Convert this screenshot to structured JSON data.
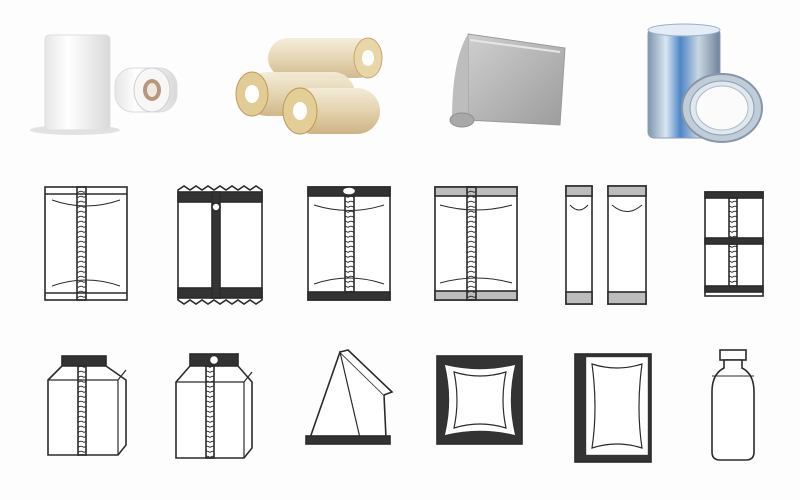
{
  "page": {
    "background": "#fdfdfd"
  },
  "materials": [
    {
      "name": "white-film-rolls-image",
      "color": "#f2f2f2"
    },
    {
      "name": "clear-film-rolls-image",
      "color": "#e9dcc0"
    },
    {
      "name": "grey-film-sheet-image",
      "color": "#b8b8b8"
    },
    {
      "name": "aluminium-foil-rolls-image",
      "color": "#9fb6cc"
    }
  ],
  "bag_styles": [
    {
      "name": "back-seal-pillow-bag-icon"
    },
    {
      "name": "three-side-seal-bag-icon"
    },
    {
      "name": "pillow-bag-with-hang-hole-icon"
    },
    {
      "name": "back-seal-bag-with-tear-notch-icon"
    },
    {
      "name": "stick-pack-pair-icon"
    },
    {
      "name": "continuous-linked-bags-icon"
    },
    {
      "name": "gusseted-bag-icon"
    },
    {
      "name": "gusseted-zipper-bag-icon"
    },
    {
      "name": "pyramid-triangle-bag-icon"
    },
    {
      "name": "four-side-seal-square-pouch-icon"
    },
    {
      "name": "flat-vacuum-pouch-icon"
    },
    {
      "name": "shaped-bottle-pouch-icon"
    }
  ],
  "line_color": "#2b2b2b",
  "seal_color": "#333333"
}
